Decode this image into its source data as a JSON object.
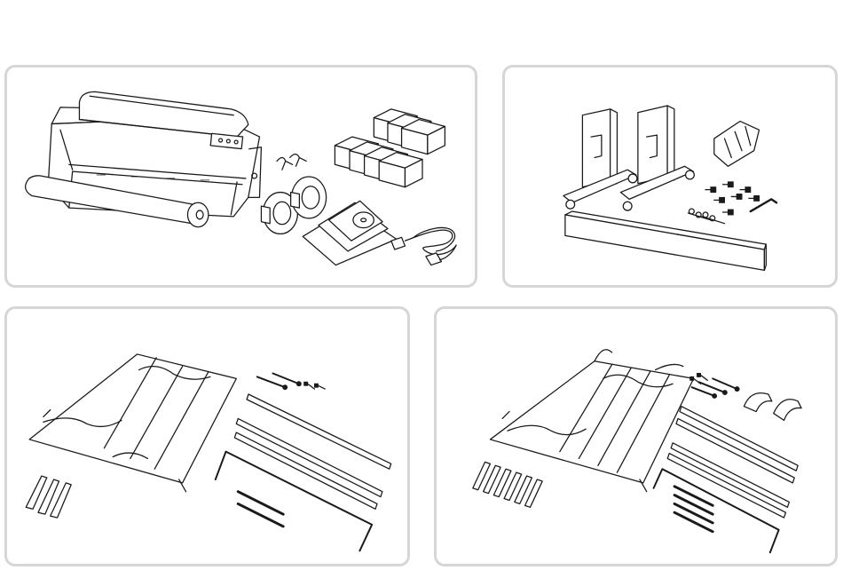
{
  "panels": [
    {
      "id": "printer-kit",
      "icons": [
        "printer-icon",
        "paper-roll-icon",
        "spindle-adapter-icon",
        "ink-cartridge-icon",
        "software-disc-icon",
        "power-cord-icon",
        "hook-icon"
      ]
    },
    {
      "id": "stand-kit",
      "icons": [
        "stand-leg-icon",
        "crossbar-icon",
        "basket-guide-icon",
        "bolt-icon",
        "wing-nut-icon",
        "hex-key-icon"
      ]
    },
    {
      "id": "basket-kit-small",
      "icons": [
        "paper-basket-icon",
        "long-rod-icon",
        "wire-frame-icon",
        "clip-icon",
        "screw-icon"
      ]
    },
    {
      "id": "basket-kit-large",
      "icons": [
        "paper-basket-icon",
        "long-rod-icon",
        "wire-frame-icon",
        "clip-icon",
        "screw-icon",
        "hook-arm-icon"
      ]
    }
  ],
  "colors": {
    "outline": "#1a1a1a",
    "panel_border": "#d6d6d6",
    "background": "#ffffff"
  }
}
